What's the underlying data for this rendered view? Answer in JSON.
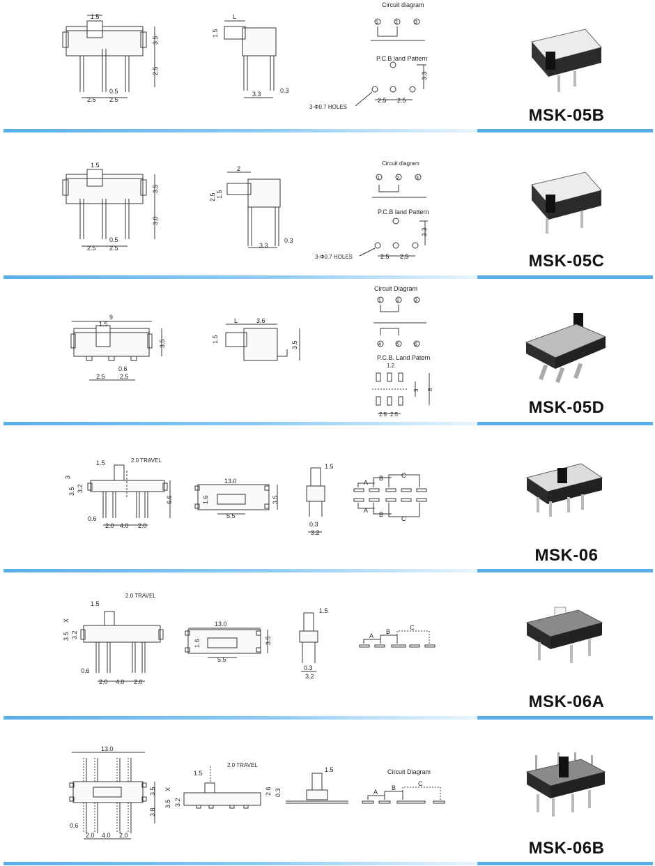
{
  "sections": [
    {
      "model": "MSK-05B",
      "labels": {
        "circuit": "Circuit diagram",
        "pcb": "P.C.B land Pattern",
        "holes": "3-Φ0.7 HOLES",
        "d_top": "1.5",
        "d_h1": "3.5",
        "d_h2": "2.5",
        "d_b1": "2.5",
        "d_b2": "0.5",
        "d_b3": "2.5",
        "s_L": "L",
        "s_15": "1.5",
        "s_33": "3.3",
        "s_03": "0.3",
        "p_33": "3.3",
        "p_25a": "2.5",
        "p_25b": "2.5"
      },
      "pins": [
        "1",
        "2",
        "3"
      ],
      "color_body": "#dcdcdc"
    },
    {
      "model": "MSK-05C",
      "labels": {
        "circuit": "Circuit diagram",
        "pcb": "P.C.B land Pattern",
        "holes": "3-Φ0.7 HOLES",
        "d_top": "1.5",
        "d_h1": "3.5",
        "d_h2": "3.0",
        "d_b1": "2.5",
        "d_b2": "0.5",
        "d_b3": "2.5",
        "s_L": "2",
        "s_15": "1.5",
        "s_25": "2.5",
        "s_33": "3.3",
        "s_03": "0.3",
        "p_33": "3.3",
        "p_25a": "2.5",
        "p_25b": "2.5"
      },
      "pins": [
        "1",
        "2",
        "3"
      ]
    },
    {
      "model": "MSK-05D",
      "labels": {
        "circuit": "Circuit Diagram",
        "pcb": "P.C.B. Land Patern",
        "d_9": "9",
        "d_top": "1.5",
        "d_h1": "3.5",
        "d_b1": "2.5",
        "d_b2": "0.6",
        "d_b3": "2.5",
        "s_L": "L",
        "s_36": "3.6",
        "s_15": "1.5",
        "s_35": "3.5",
        "p_12": "1.2",
        "p_3": "3",
        "p_8": "8",
        "p_25a": "2.5",
        "p_25b": "2.5"
      },
      "pins_top": [
        "1",
        "2",
        "3"
      ],
      "pins_bot": [
        "4",
        "5",
        "6"
      ]
    },
    {
      "model": "MSK-06",
      "labels": {
        "travel": "2.0 TRAVEL",
        "d_15": "1.5",
        "d_3": "3",
        "d_35": "3.5",
        "d_32": "3.2",
        "d_66": "6.6",
        "d_06": "0.6",
        "d_20a": "2.0",
        "d_40": "4.0",
        "d_20b": "2.0",
        "t_130": "13.0",
        "t_16": "1.6",
        "t_35": "3.5",
        "t_55": "5.5",
        "s_15": "1.5",
        "s_03": "0.3",
        "s_32": "3.2",
        "A": "A",
        "B": "B",
        "C": "C"
      }
    },
    {
      "model": "MSK-06A",
      "labels": {
        "travel": "2.0 TRAVEL",
        "d_15": "1.5",
        "d_X": "X",
        "d_35": "3.5",
        "d_32": "3.2",
        "d_06": "0.6",
        "d_20a": "2.0",
        "d_40": "4.0",
        "d_20b": "2.0",
        "t_130": "13.0",
        "t_16": "1.6",
        "t_35": "3.5",
        "t_55": "5.5",
        "s_15": "1.5",
        "s_03": "0.3",
        "s_32": "3.2",
        "A": "A",
        "B": "B",
        "C": "C"
      }
    },
    {
      "model": "MSK-06B",
      "labels": {
        "t_130": "13.0",
        "t_35": "3.5",
        "t_38": "3.8",
        "t_06": "0.6",
        "t_20a": "2.0",
        "t_40": "4.0",
        "t_20b": "2.0",
        "travel": "2.0 TRAVEL",
        "d_15": "1.5",
        "d_X": "X",
        "d_35": "3.5",
        "d_32": "3.2",
        "s_15": "1.5",
        "s_26": "2.6",
        "s_03": "0.3",
        "circuit": "Circuit Diagram",
        "A": "A",
        "B": "B",
        "C": "C"
      }
    }
  ]
}
